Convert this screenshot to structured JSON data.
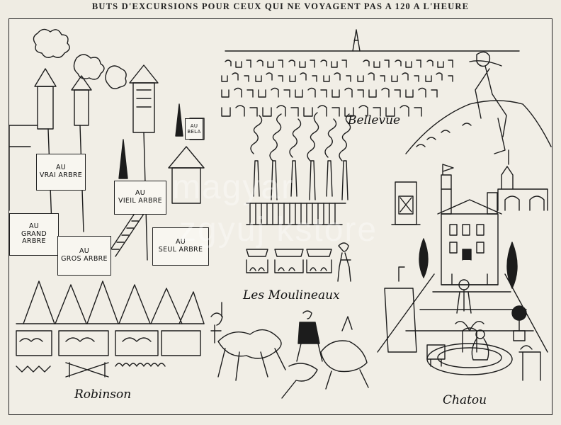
{
  "title": "BUTS D'EXCURSIONS POUR CEUX QUI NE VOYAGENT PAS A 120 A L'HEURE",
  "signs": {
    "vrai_arbre": [
      "AU",
      "VRAI ARBRE"
    ],
    "vieil_arbre": [
      "AU",
      "VIEIL ARBRE"
    ],
    "grand_arbre": [
      "AU",
      "GRAND ARBRE"
    ],
    "gros_arbre": [
      "AU",
      "GROS ARBRE"
    ],
    "seul_arbre": [
      "AU",
      "SEUL ARBRE"
    ],
    "bela": "AU BELA"
  },
  "captions": {
    "robinson": "Robinson",
    "bellevue": "Bellevue",
    "moulineaux": "Les Moulineaux",
    "chatou": "Chatou"
  },
  "watermark": [
    "magyar",
    "zgyuj  kstore"
  ]
}
